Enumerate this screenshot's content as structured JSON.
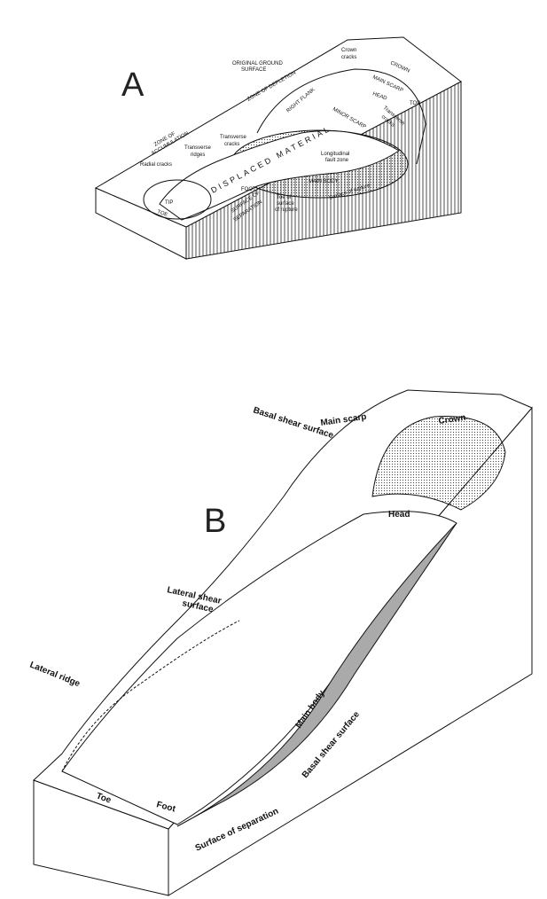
{
  "panel_a": {
    "letter": "A",
    "labels": {
      "original_ground_surface_1": "ORIGINAL GROUND",
      "original_ground_surface_2": "SURFACE",
      "zone_of_depletion": "ZONE OF DEPLETION",
      "crown_cracks_1": "Crown",
      "crown_cracks_2": "cracks",
      "crown": "CROWN",
      "main_scarp": "MAIN SCARP",
      "head": "HEAD",
      "top": "TOP",
      "transverse_cracks_right_1": "Transverse",
      "transverse_cracks_right_2": "cracks",
      "minor_scarp": "MINOR SCARP",
      "right_flank": "RIGHT FLANK",
      "zone_of_accumulation_1": "ZONE OF",
      "zone_of_accumulation_2": "ACCUMULATION",
      "transverse_ridges_1": "Transverse",
      "transverse_ridges_2": "ridges",
      "transverse_cracks_1": "Transverse",
      "transverse_cracks_2": "cracks",
      "displaced_material": "DISPLACED MATERIAL",
      "longitudinal_fault_zone_1": "Longitudinal",
      "longitudinal_fault_zone_2": "fault zone",
      "radial_cracks": "Radial cracks",
      "tip": "TIP",
      "toe": "TOE",
      "foot": "FOOT",
      "main_body": "MAIN BODY",
      "toe_of_surface_of_rupture_1": "Toe of",
      "toe_of_surface_of_rupture_2": "surface",
      "toe_of_surface_of_rupture_3": "of rupture",
      "surface_of_separation_1": "SURFACE OF",
      "surface_of_separation_2": "SEPARATION",
      "surface_of_rupture": "Surface of rupture"
    }
  },
  "panel_b": {
    "letter": "B",
    "labels": {
      "main_scarp": "Main scarp",
      "crown": "Crown",
      "basal_shear_surface_top": "Basal shear surface",
      "head": "Head",
      "lateral_shear_surface_1": "Lateral shear",
      "lateral_shear_surface_2": "surface",
      "lateral_ridge": "Lateral ridge",
      "main_body": "Main body",
      "basal_shear_surface_bottom": "Basal shear surface",
      "toe": "Toe",
      "foot": "Foot",
      "surface_of_separation": "Surface of separation"
    }
  }
}
